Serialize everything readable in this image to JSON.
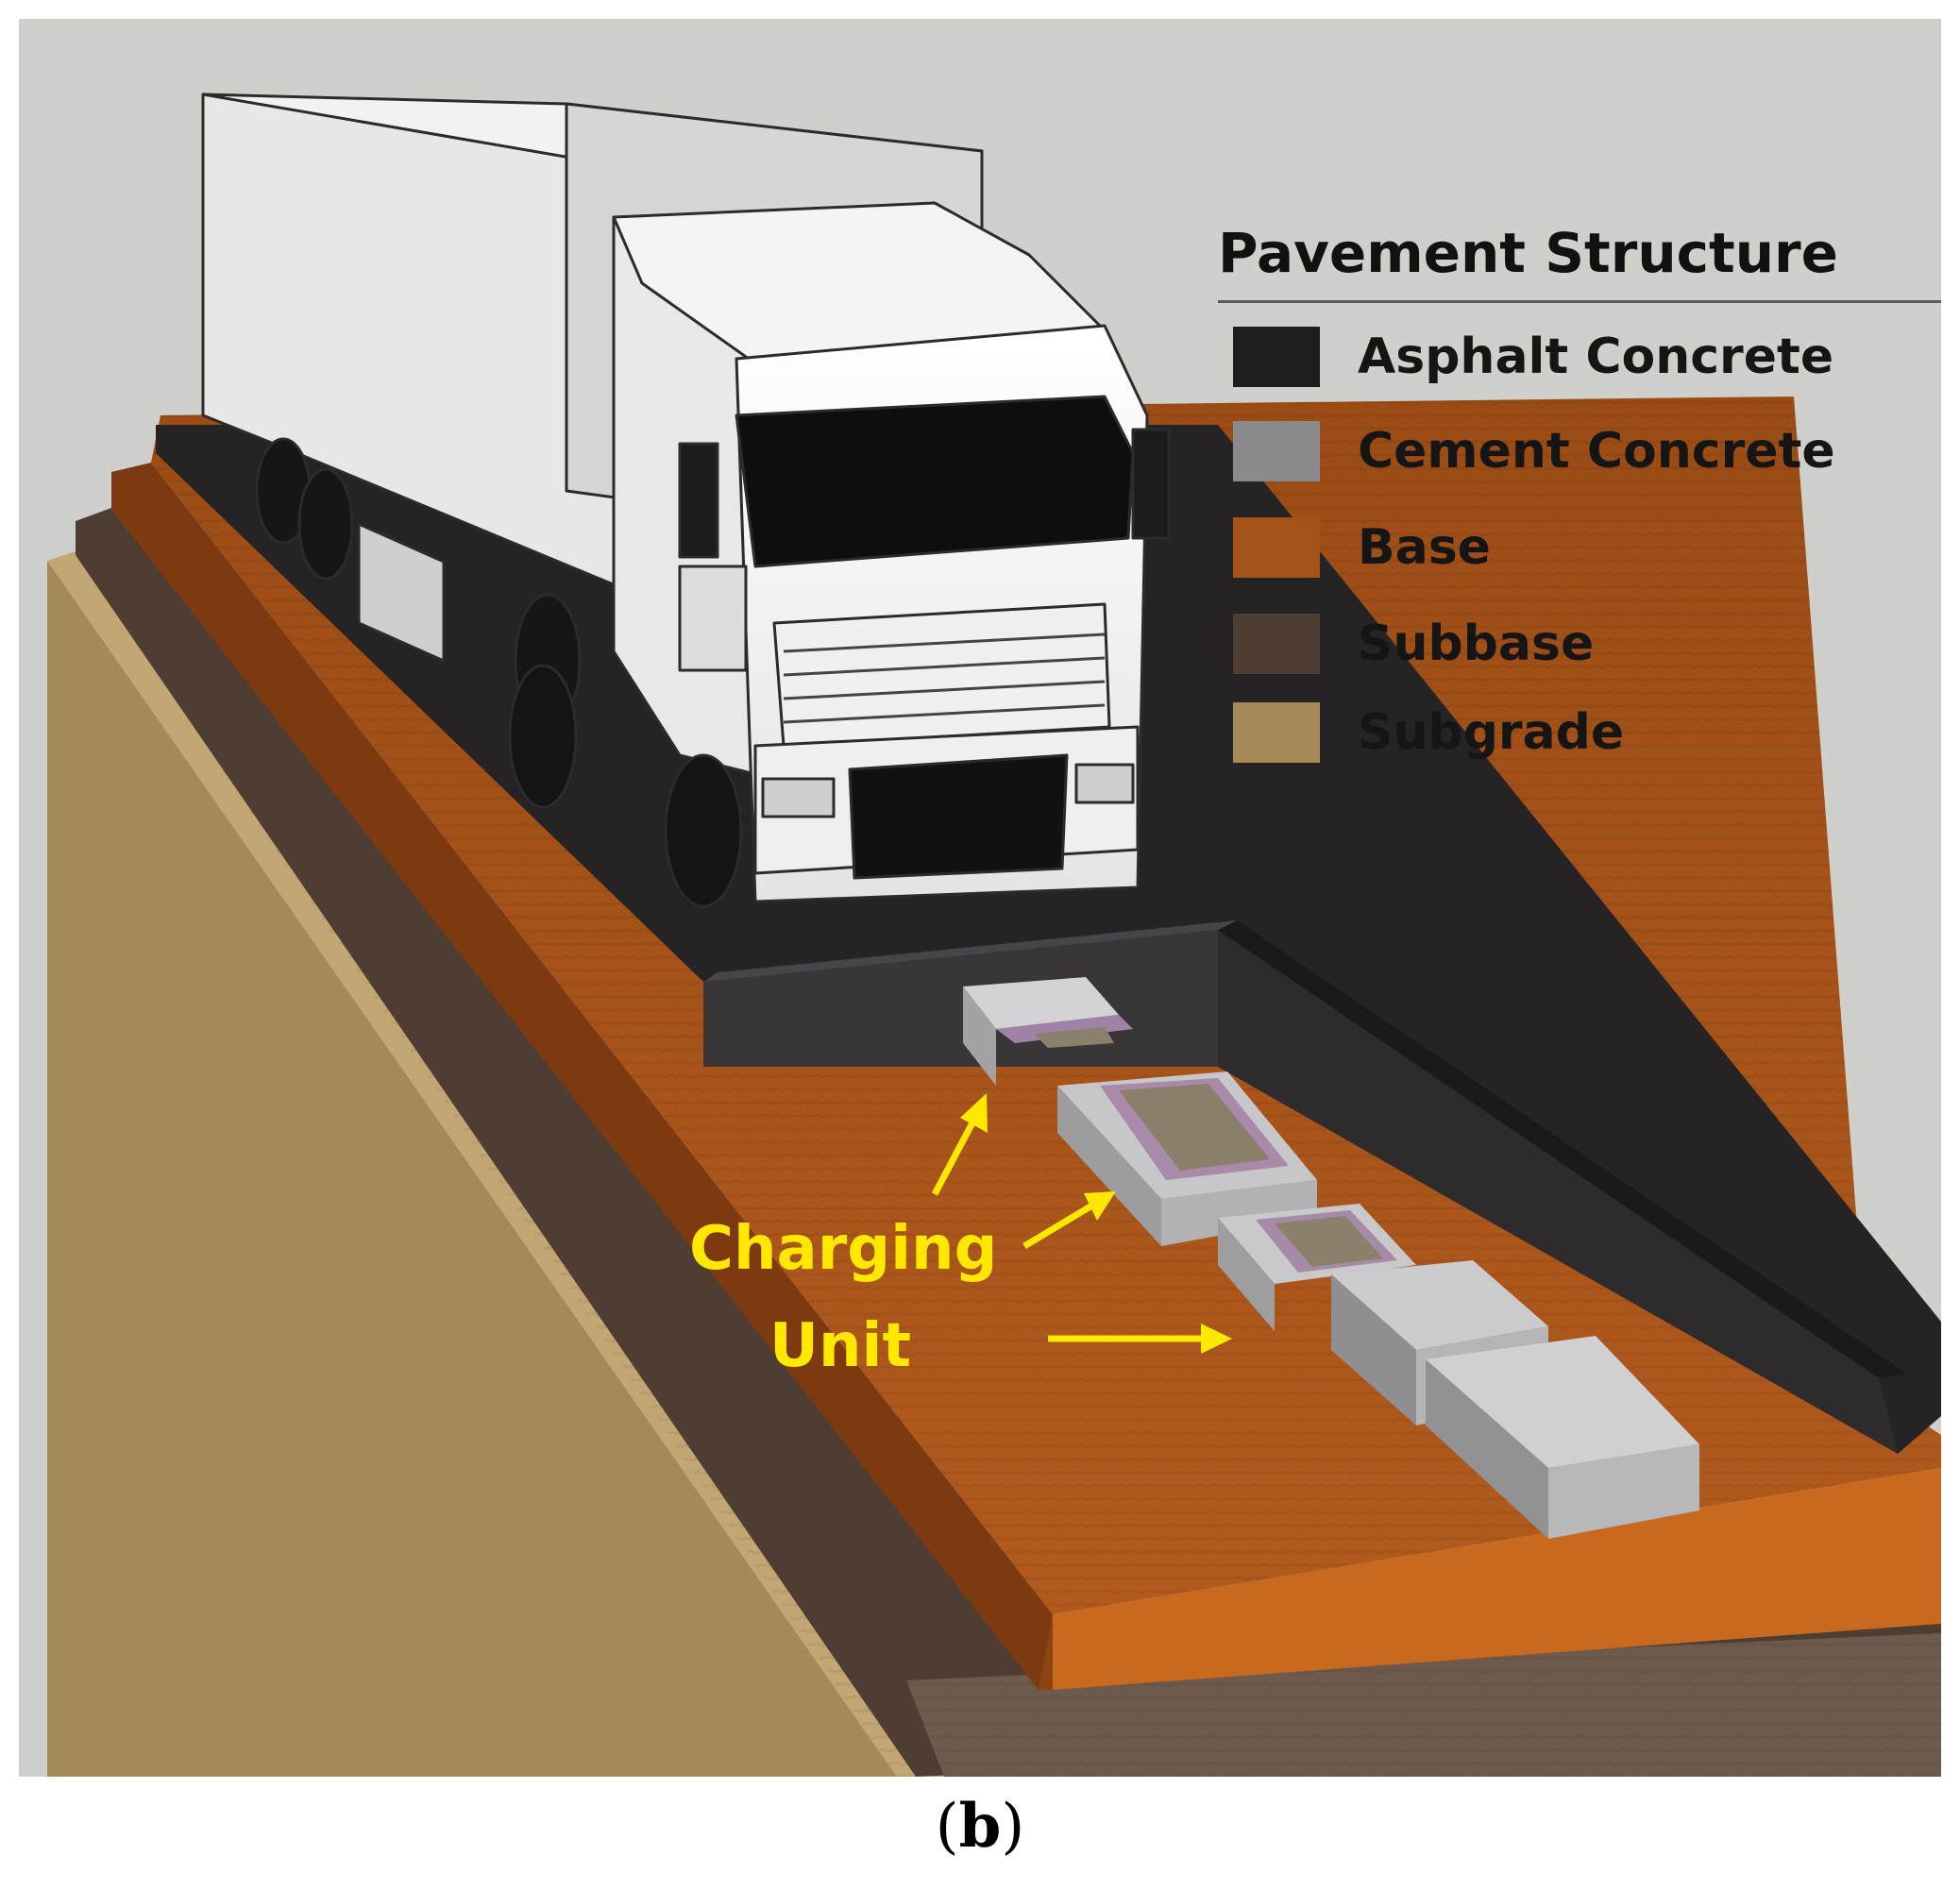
{
  "legend": {
    "title": "Pavement Structure",
    "items": [
      {
        "label": "Asphalt Concrete",
        "color": "#1f1d1e"
      },
      {
        "label": "Cement Concrete",
        "color": "#8a8a8c"
      },
      {
        "label": "Base",
        "color": "#a4511a"
      },
      {
        "label": "Subbase",
        "color": "#4d3d33"
      },
      {
        "label": "Subgrade",
        "color": "#a58a57"
      }
    ]
  },
  "callout": {
    "line1": "Charging",
    "line2": "Unit",
    "color": "#ffe800"
  },
  "caption": {
    "open": "(",
    "letter": "b",
    "close": ")"
  },
  "colors": {
    "background": "#cfd0cb",
    "asphalt": "#1f1d1e",
    "cement": "#b9b9bb",
    "base": "#a4511a",
    "subbase": "#4d3d33",
    "subgrade": "#a58a57"
  }
}
